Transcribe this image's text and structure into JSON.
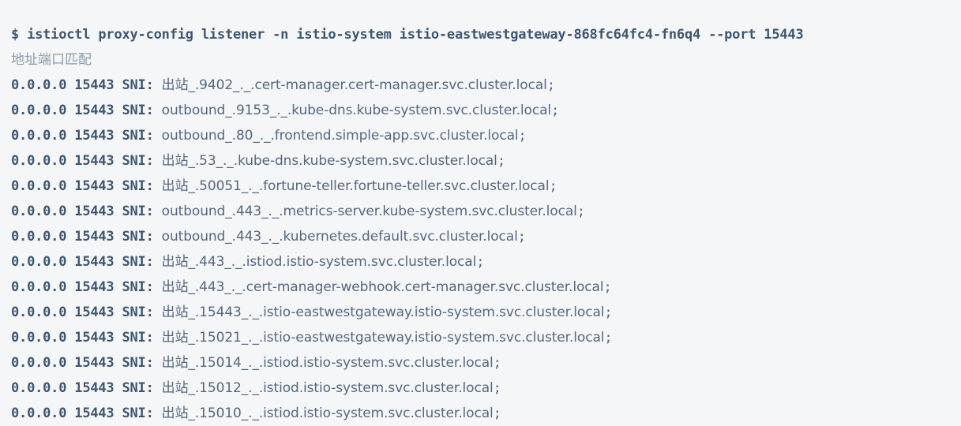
{
  "terminal": {
    "background_color": "#f5f6f8",
    "text_color": "#3e5670",
    "caption_color": "#8d9aab",
    "sni_color": "#55677e",
    "command_line": "$ istioctl proxy-config listener -n istio-system istio-eastwestgateway-868fc64fc4-fn6q4 --port 15443",
    "caption": "地址端口匹配",
    "column_prefix": "0.0.0.0 15443 SNI: ",
    "line_terminator": ";",
    "rows": [
      {
        "address": "0.0.0.0",
        "port": "15443",
        "field": "SNI:",
        "sni": "出站_.9402_._.cert-manager.cert-manager.svc.cluster.local",
        "terminator": ";"
      },
      {
        "address": "0.0.0.0",
        "port": "15443",
        "field": "SNI:",
        "sni": "outbound_.9153_._.kube-dns.kube-system.svc.cluster.local",
        "terminator": ";"
      },
      {
        "address": "0.0.0.0",
        "port": "15443",
        "field": "SNI:",
        "sni": "outbound_.80_._.frontend.simple-app.svc.cluster.local",
        "terminator": ";"
      },
      {
        "address": "0.0.0.0",
        "port": "15443",
        "field": "SNI:",
        "sni": "出站_.53_._.kube-dns.kube-system.svc.cluster.local",
        "terminator": ";"
      },
      {
        "address": "0.0.0.0",
        "port": "15443",
        "field": "SNI:",
        "sni": "出站_.50051_._.fortune-teller.fortune-teller.svc.cluster.local",
        "terminator": ";"
      },
      {
        "address": "0.0.0.0",
        "port": "15443",
        "field": "SNI:",
        "sni": "outbound_.443_._.metrics-server.kube-system.svc.cluster.local",
        "terminator": ";"
      },
      {
        "address": "0.0.0.0",
        "port": "15443",
        "field": "SNI:",
        "sni": "outbound_.443_._.kubernetes.default.svc.cluster.local",
        "terminator": ";"
      },
      {
        "address": "0.0.0.0",
        "port": "15443",
        "field": "SNI:",
        "sni": "出站_.443_._.istiod.istio-system.svc.cluster.local",
        "terminator": ";"
      },
      {
        "address": "0.0.0.0",
        "port": "15443",
        "field": "SNI:",
        "sni": "出站_.443_._.cert-manager-webhook.cert-manager.svc.cluster.local",
        "terminator": ";"
      },
      {
        "address": "0.0.0.0",
        "port": "15443",
        "field": "SNI:",
        "sni": "出站_.15443_._.istio-eastwestgateway.istio-system.svc.cluster.local",
        "terminator": ";"
      },
      {
        "address": "0.0.0.0",
        "port": "15443",
        "field": "SNI:",
        "sni": "出站_.15021_._.istio-eastwestgateway.istio-system.svc.cluster.local",
        "terminator": ";"
      },
      {
        "address": "0.0.0.0",
        "port": "15443",
        "field": "SNI:",
        "sni": "出站_.15014_._.istiod.istio-system.svc.cluster.local",
        "terminator": ";"
      },
      {
        "address": "0.0.0.0",
        "port": "15443",
        "field": "SNI:",
        "sni": "出站_.15012_._.istiod.istio-system.svc.cluster.local",
        "terminator": ";"
      },
      {
        "address": "0.0.0.0",
        "port": "15443",
        "field": "SNI:",
        "sni": "出站_.15010_._.istiod.istio-system.svc.cluster.local",
        "terminator": ";"
      }
    ]
  }
}
